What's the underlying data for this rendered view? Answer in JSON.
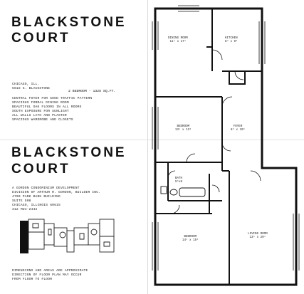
{
  "heading": {
    "line1": "BLACKSTONE",
    "line2": "COURT",
    "line3": "BLACKSTONE",
    "line4": "COURT"
  },
  "location": {
    "city": "CHICAGO, ILL.",
    "address": "5618 S. BLACKSTONE",
    "unit_type": "2 BEDROOM - 1328 SQ.FT."
  },
  "features": [
    "CENTRAL FOYER FOR GOOD TRAFFIC PATTERN",
    "SPACIOUS FORMAL DINING ROOM",
    "BEAUTIFUL OAK FLOORS IN ALL ROOMS",
    "SOUTH EXPOSURE FOR SUNLIGHT",
    "ALL WALLS LATH AND PLASTER",
    "SPACIOUS WARDROBE AND CLOSETS"
  ],
  "developer": [
    "A GORDON CONDOMINIUM DEVELOPMENT",
    "DIVISION OF ARTHUR R. GORDON, BUILDER INC.",
    "4700 PARK BANK BUILDING",
    "SUITE 508",
    "CHICAGO, ILLINOIS 60615",
    "312 MU4-2442"
  ],
  "disclaimer": [
    "DIMENSIONS AND AREAS ARE APPROXIMATE",
    "DIRECTION OF FLOOR PLAN MAY OCCUR",
    "FROM FLOOR TO FLOOR"
  ],
  "rooms": {
    "dining": {
      "name": "DINING ROOM",
      "dims": "11⁴ x 17⁴"
    },
    "kitchen": {
      "name": "KITCHEN",
      "dims": "8⁴ x 9⁶"
    },
    "bedroom1": {
      "name": "BEDROOM",
      "dims": "13⁴ x 13⁶"
    },
    "foyer": {
      "name": "FOYER",
      "dims": "8⁶ x 10⁶"
    },
    "bath": {
      "name": "BATH",
      "dims": "5⁶x8"
    },
    "bedroom2": {
      "name": "BEDROOM",
      "dims": "14⁴ x 15⁶"
    },
    "living": {
      "name": "LIVING ROOM",
      "dims": "13⁴ x 20⁴"
    }
  }
}
